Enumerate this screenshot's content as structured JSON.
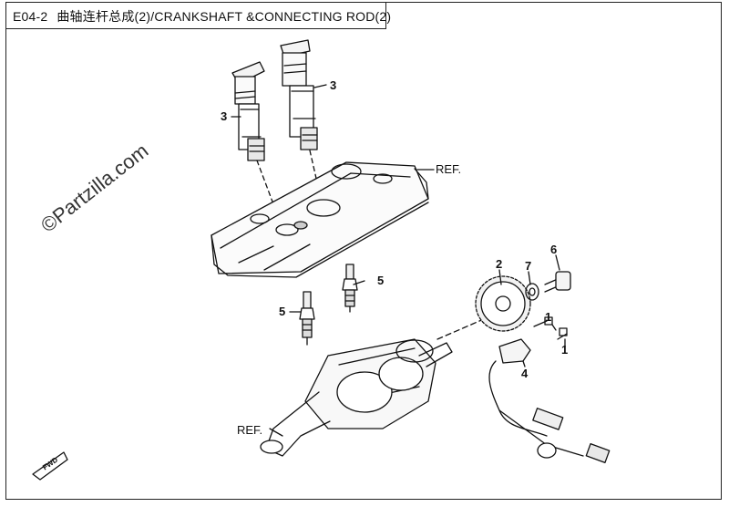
{
  "header": {
    "code": "E04-2",
    "title": "曲轴连杆总成(2)/CRANKSHAFT &CONNECTING ROD(2)"
  },
  "watermark": "©Partzilla.com",
  "callouts": {
    "coil_upper": "3",
    "coil_lower": "3",
    "cover_ref": "REF.",
    "crank_ref": "REF.",
    "plug_right": "5",
    "plug_left": "5",
    "sprocket": "2",
    "washer": "7",
    "bolt_top": "6",
    "bolt_mid": "1",
    "bolt_low": "1",
    "sensor": "4"
  },
  "fwd_label": "FWD"
}
